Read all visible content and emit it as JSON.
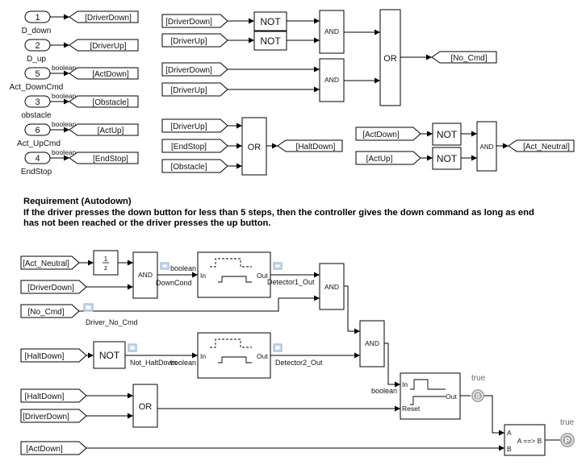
{
  "requirement": {
    "title": "Requirement (Autodown)",
    "body": "If the driver presses the down button for less than 5 steps, then the controller gives the down command as long as end has not been reached or the driver presses the up button."
  },
  "inports": [
    {
      "id": "in1",
      "number": "1",
      "label": "D_down",
      "dtype": "",
      "tag": "[DriverDown]"
    },
    {
      "id": "in2",
      "number": "2",
      "label": "D_up",
      "dtype": "",
      "tag": "[DriverUp]"
    },
    {
      "id": "in5",
      "number": "5",
      "label": "Act_DownCmd",
      "dtype": "boolean",
      "tag": "[ActDown]"
    },
    {
      "id": "in3",
      "number": "3",
      "label": "obstacle",
      "dtype": "boolean",
      "tag": "[Obstacle]"
    },
    {
      "id": "in6",
      "number": "6",
      "label": "Act_UpCmd",
      "dtype": "boolean",
      "tag": "[ActUp]"
    },
    {
      "id": "in4",
      "number": "4",
      "label": "EndStop",
      "dtype": "boolean",
      "tag": "[EndStop]"
    }
  ],
  "logic_blocks": {
    "not": "NOT",
    "and": "AND",
    "or": "OR"
  },
  "tags": {
    "driver_down": "[DriverDown]",
    "driver_up": "[DriverUp]",
    "end_stop": "[EndStop]",
    "obstacle": "[Obstacle]",
    "act_down": "[ActDown]",
    "act_up": "[ActUp]",
    "no_cmd": "[No_Cmd]",
    "halt_down": "[HaltDown]",
    "act_neutral": "[Act_Neutral]"
  },
  "signals": {
    "boolean": "boolean",
    "down_cond": "DownCond",
    "detector1_out": "Detector1_Out",
    "driver_no_cmd": "Driver_No_Cmd",
    "not_halt_down": "Not_HaltDown",
    "detector2_out": "Detector2_Out"
  },
  "detector": {
    "in_label": "In",
    "out_label": "Out"
  },
  "latch": {
    "in_label": "In",
    "out_label": "Out",
    "reset_label": "Reset"
  },
  "delay": {
    "num": "1",
    "den": "z"
  },
  "implies": {
    "a": "A",
    "b": "B",
    "expr": "A ==> B"
  },
  "constant": {
    "label": "true",
    "glyph": "0"
  },
  "proof": {
    "label": "true",
    "glyph": "P"
  },
  "colors": {
    "line": "#000000",
    "tag_border": "#000000",
    "scope_icon": "#8aa6c8"
  }
}
